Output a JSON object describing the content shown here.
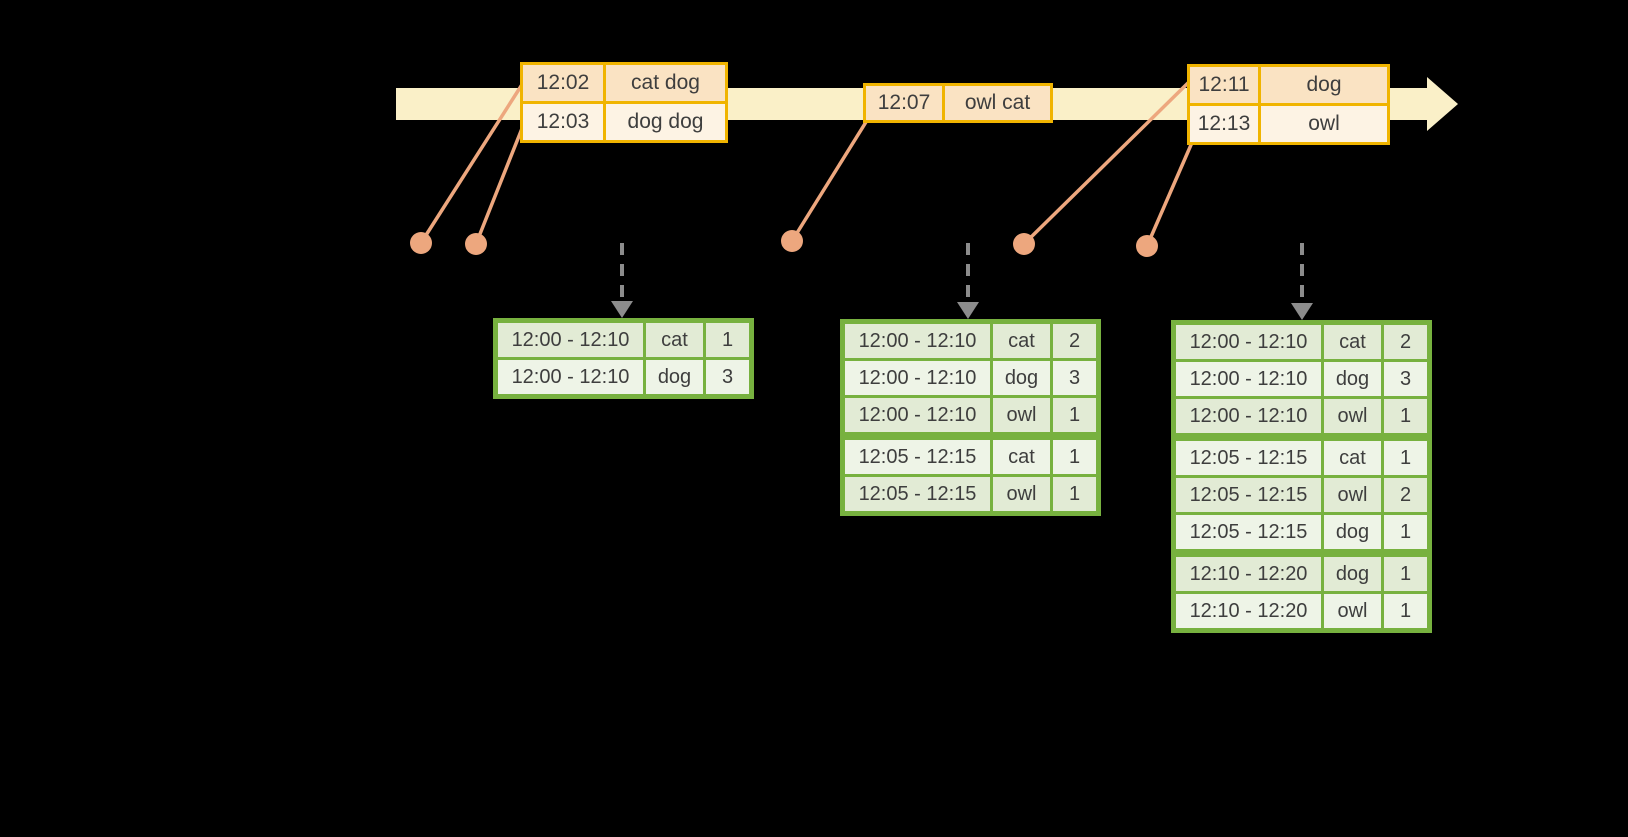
{
  "colors": {
    "background": "#000000",
    "timeline_fill": "#FAF0C8",
    "event_table_border": "#F0B400",
    "event_row_dark": "#FAE3C3",
    "event_row_light": "#FDF3E4",
    "marker_and_connector": "#EDA77E",
    "trigger_arrow": "#8C8C8C",
    "result_table_border": "#77B13F",
    "result_row_dark": "#E2EBD5",
    "result_row_light": "#EEF4E7",
    "table_text": "#3E3E3E"
  },
  "icons": {
    "timeline_arrowhead": "filled-right-triangle",
    "trigger_arrowhead": "filled-down-chevron",
    "event_marker": "filled-circle"
  },
  "event_tables": [
    {
      "rows": [
        {
          "time": "12:02",
          "words": "cat dog"
        },
        {
          "time": "12:03",
          "words": "dog dog"
        }
      ]
    },
    {
      "rows": [
        {
          "time": "12:07",
          "words": "owl cat"
        }
      ]
    },
    {
      "rows": [
        {
          "time": "12:11",
          "words": "dog"
        },
        {
          "time": "12:13",
          "words": "owl"
        }
      ]
    }
  ],
  "result_tables": [
    {
      "rows": [
        {
          "window": "12:00 - 12:10",
          "word": "cat",
          "count": "1"
        },
        {
          "window": "12:00 - 12:10",
          "word": "dog",
          "count": "3"
        }
      ]
    },
    {
      "rows": [
        {
          "window": "12:00 - 12:10",
          "word": "cat",
          "count": "2"
        },
        {
          "window": "12:00 - 12:10",
          "word": "dog",
          "count": "3"
        },
        {
          "window": "12:00 - 12:10",
          "word": "owl",
          "count": "1"
        },
        {
          "window": "12:05 - 12:15",
          "word": "cat",
          "count": "1"
        },
        {
          "window": "12:05 - 12:15",
          "word": "owl",
          "count": "1"
        }
      ]
    },
    {
      "rows": [
        {
          "window": "12:00 - 12:10",
          "word": "cat",
          "count": "2"
        },
        {
          "window": "12:00 - 12:10",
          "word": "dog",
          "count": "3"
        },
        {
          "window": "12:00 - 12:10",
          "word": "owl",
          "count": "1"
        },
        {
          "window": "12:05 - 12:15",
          "word": "cat",
          "count": "1"
        },
        {
          "window": "12:05 - 12:15",
          "word": "owl",
          "count": "2"
        },
        {
          "window": "12:05 - 12:15",
          "word": "dog",
          "count": "1"
        },
        {
          "window": "12:10 - 12:20",
          "word": "dog",
          "count": "1"
        },
        {
          "window": "12:10 - 12:20",
          "word": "owl",
          "count": "1"
        }
      ]
    }
  ]
}
